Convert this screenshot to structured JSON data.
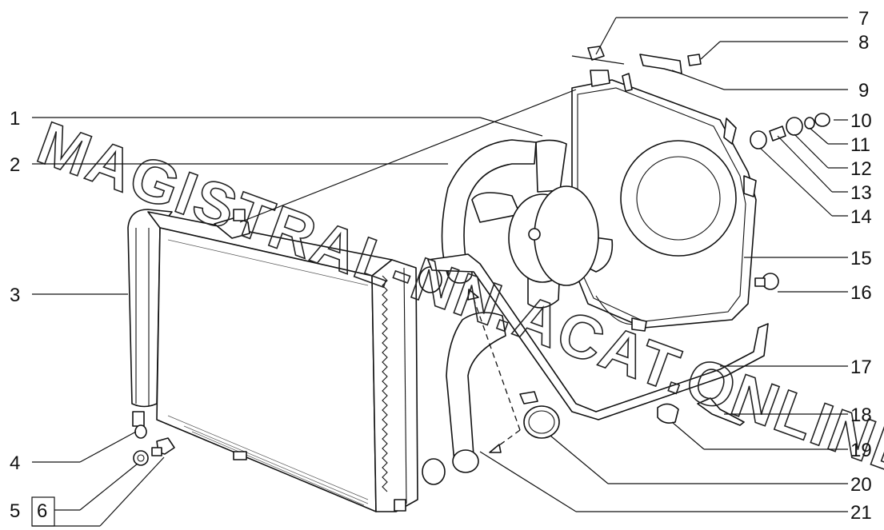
{
  "watermark": "MAGISTRAL-NN.ACAT.ONLINE",
  "callouts": [
    {
      "num": "1",
      "side": "left",
      "text": "1"
    },
    {
      "num": "2",
      "side": "left",
      "text": "2"
    },
    {
      "num": "3",
      "side": "left",
      "text": "3"
    },
    {
      "num": "4",
      "side": "left",
      "text": "4"
    },
    {
      "num": "5",
      "side": "left",
      "text": "5"
    },
    {
      "num": "6",
      "side": "left",
      "text": "6"
    },
    {
      "num": "7",
      "side": "right",
      "text": "7"
    },
    {
      "num": "8",
      "side": "right",
      "text": "8"
    },
    {
      "num": "9",
      "side": "right",
      "text": "9"
    },
    {
      "num": "10",
      "side": "right",
      "text": "10"
    },
    {
      "num": "11",
      "side": "right",
      "text": "11"
    },
    {
      "num": "12",
      "side": "right",
      "text": "12"
    },
    {
      "num": "13",
      "side": "right",
      "text": "13"
    },
    {
      "num": "14",
      "side": "right",
      "text": "14"
    },
    {
      "num": "15",
      "side": "right",
      "text": "15"
    },
    {
      "num": "16",
      "side": "right",
      "text": "16"
    },
    {
      "num": "17",
      "side": "right",
      "text": "17"
    },
    {
      "num": "18",
      "side": "right",
      "text": "18"
    },
    {
      "num": "19",
      "side": "right",
      "text": "19"
    },
    {
      "num": "20",
      "side": "right",
      "text": "20"
    },
    {
      "num": "21",
      "side": "right",
      "text": "21"
    }
  ]
}
